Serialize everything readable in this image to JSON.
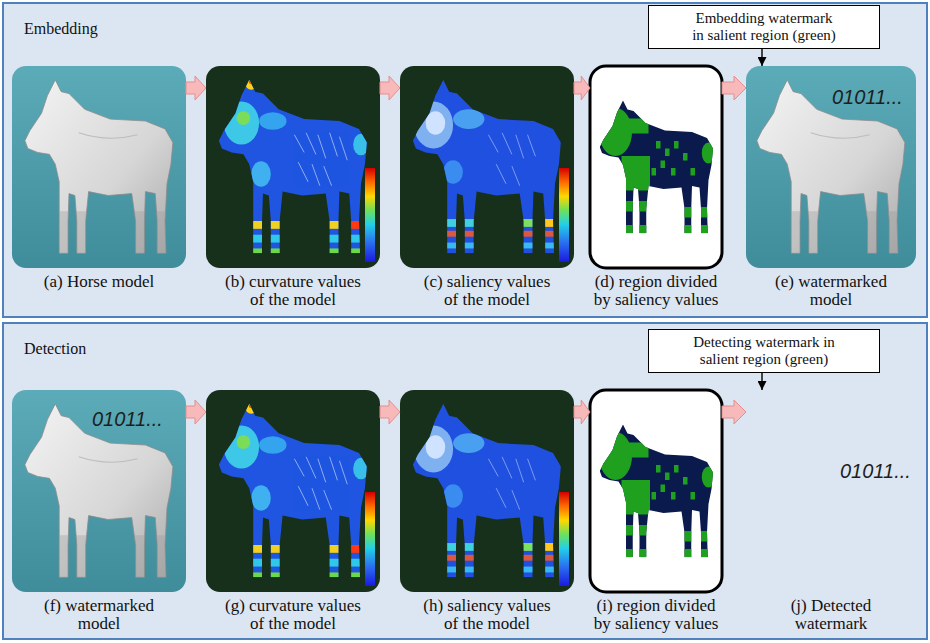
{
  "diagram": {
    "nodes": [
      {
        "text": [
          "Embedding"
        ]
      },
      {
        "text": [
          "Embedding watermark in salient region (green)"
        ],
        "in": 0
      },
      {
        "text": [
          "(a) Horse model"
        ],
        "in": 0
      },
      {
        "text": [
          "(b) curvature values of the model"
        ],
        "in": 0
      },
      {
        "text": [
          "(c) saliency values of the model"
        ],
        "in": 0
      },
      {
        "text": [
          "(d) region divided by saliency values"
        ],
        "in": 0
      },
      {
        "text": [
          "01011...",
          "(e) watermarked model"
        ],
        "in": 0
      },
      {
        "text": [
          "Detection"
        ]
      },
      {
        "text": [
          "Detecting watermark in salient region (green)"
        ],
        "in": 7
      },
      {
        "text": [
          "01011...",
          "(f) watermarked model"
        ],
        "in": 7
      },
      {
        "text": [
          "(g) curvature values of the model"
        ],
        "in": 7
      },
      {
        "text": [
          "(h) saliency values of the model"
        ],
        "in": 7
      },
      {
        "text": [
          "(i) region divided by saliency values"
        ],
        "in": 7
      },
      {
        "text": [
          "01011...",
          "(j) Detected watermark"
        ],
        "in": 7
      }
    ],
    "edges": [
      {
        "from": 2,
        "to": 3,
        "arrow": "to"
      },
      {
        "from": 3,
        "to": 4,
        "arrow": "to"
      },
      {
        "from": 4,
        "to": 5,
        "arrow": "to"
      },
      {
        "from": 5,
        "to": 6,
        "arrow": "to"
      },
      {
        "from": 1,
        "to": 6,
        "arrow": "to"
      },
      {
        "from": 9,
        "to": 10,
        "arrow": "to"
      },
      {
        "from": 10,
        "to": 11,
        "arrow": "to"
      },
      {
        "from": 11,
        "to": 12,
        "arrow": "to"
      },
      {
        "from": 12,
        "to": 13,
        "arrow": "to"
      },
      {
        "from": 8,
        "to": 13,
        "arrow": "to"
      }
    ]
  }
}
